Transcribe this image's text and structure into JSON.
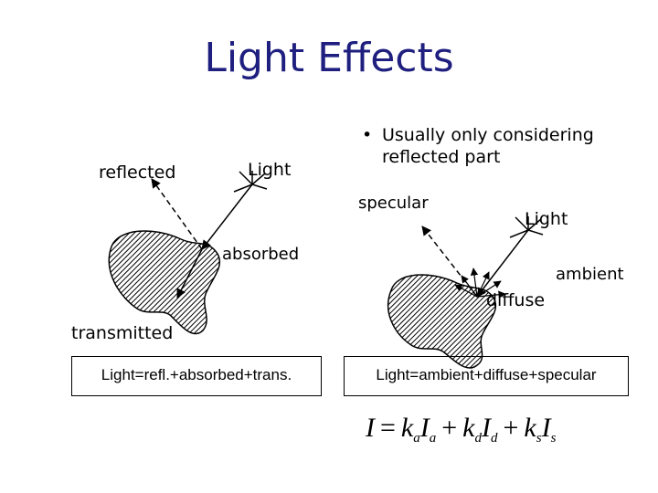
{
  "title": "Light Effects",
  "left": {
    "reflected_label": "reflected",
    "light_label": "Light",
    "absorbed_label": "absorbed",
    "transmitted_label": "transmitted",
    "equation_box": "Light=refl.+absorbed+trans."
  },
  "right": {
    "bullet_line1": "Usually only considering",
    "bullet_line2": "reflected part",
    "specular_label": "specular",
    "light_label": "Light",
    "ambient_label": "ambient",
    "diffuse_label": "diffuse",
    "equation_box": "Light=ambient+diffuse+specular",
    "formula": {
      "lhs": "I",
      "eq": "=",
      "t1": "k",
      "t1_sub": "a",
      "t1b": "I",
      "t1b_sub": "a",
      "plus1": "+",
      "t2": "k",
      "t2_sub": "d",
      "t2b": "I",
      "t2b_sub": "d",
      "plus2": "+",
      "t3": "k",
      "t3_sub": "s",
      "t3b": "I",
      "t3b_sub": "s"
    }
  },
  "colors": {
    "title": "#1f1f80",
    "ink": "#000000"
  }
}
